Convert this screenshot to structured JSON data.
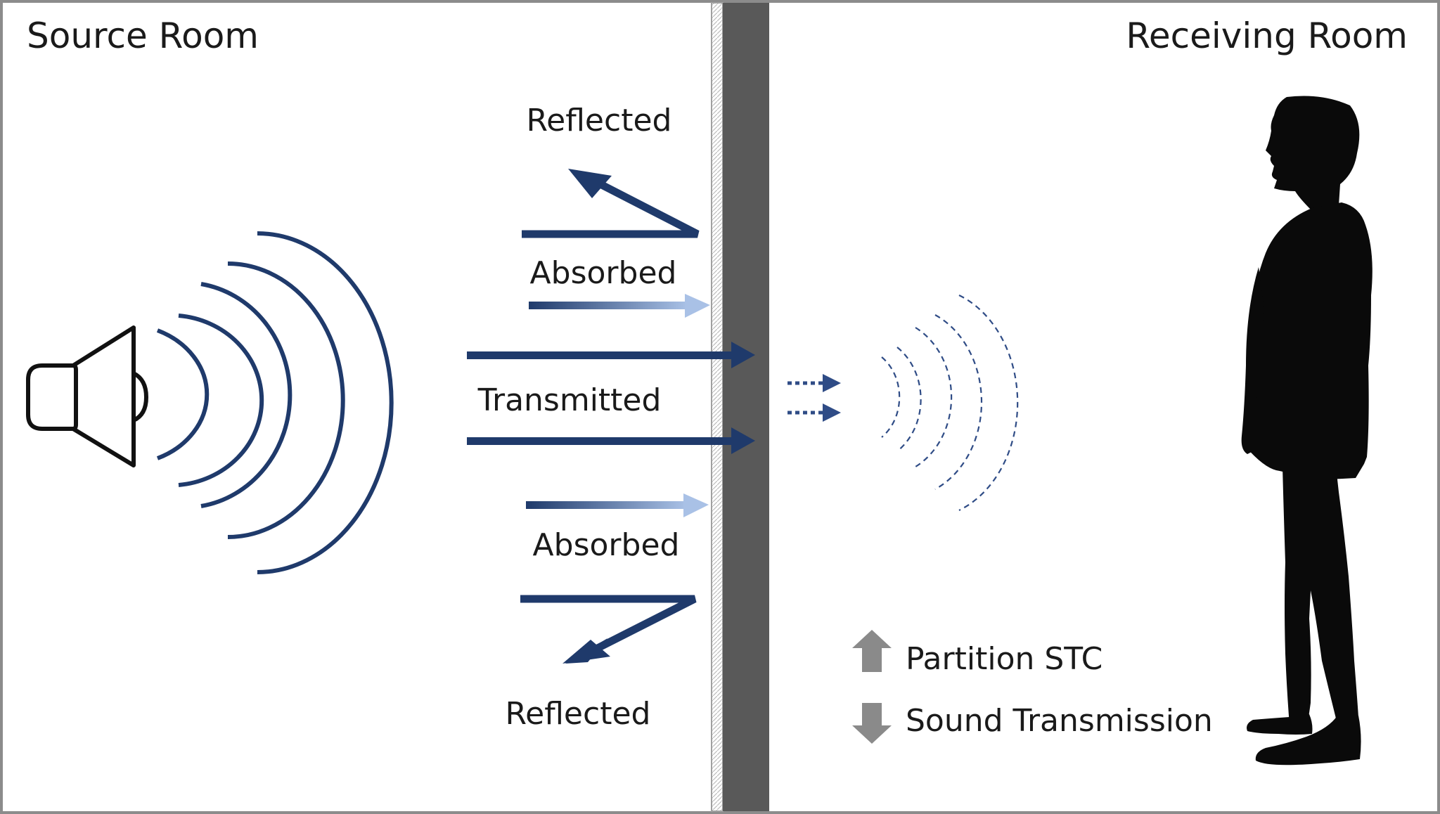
{
  "rooms": {
    "source": "Source Room",
    "receiving": "Receiving Room"
  },
  "paths": {
    "reflected_top": "Reflected",
    "absorbed_top": "Absorbed",
    "transmitted": "Transmitted",
    "absorbed_bottom": "Absorbed",
    "reflected_bottom": "Reflected"
  },
  "legend": {
    "up": {
      "label": "Partition STC",
      "icon": "arrow-up-icon"
    },
    "down": {
      "label": "Sound Transmission",
      "icon": "arrow-down-icon"
    }
  },
  "colors": {
    "wave": "#1f3a6b",
    "arrow": "#1f3a6b",
    "absorbed_fade": "#a9c1e6",
    "transmitted_wave": "#2f4c86",
    "wall": "#595959",
    "silhouette": "#0a0a0a",
    "legend_arrow": "#8a8a8a",
    "border": "#8c8c8c"
  }
}
